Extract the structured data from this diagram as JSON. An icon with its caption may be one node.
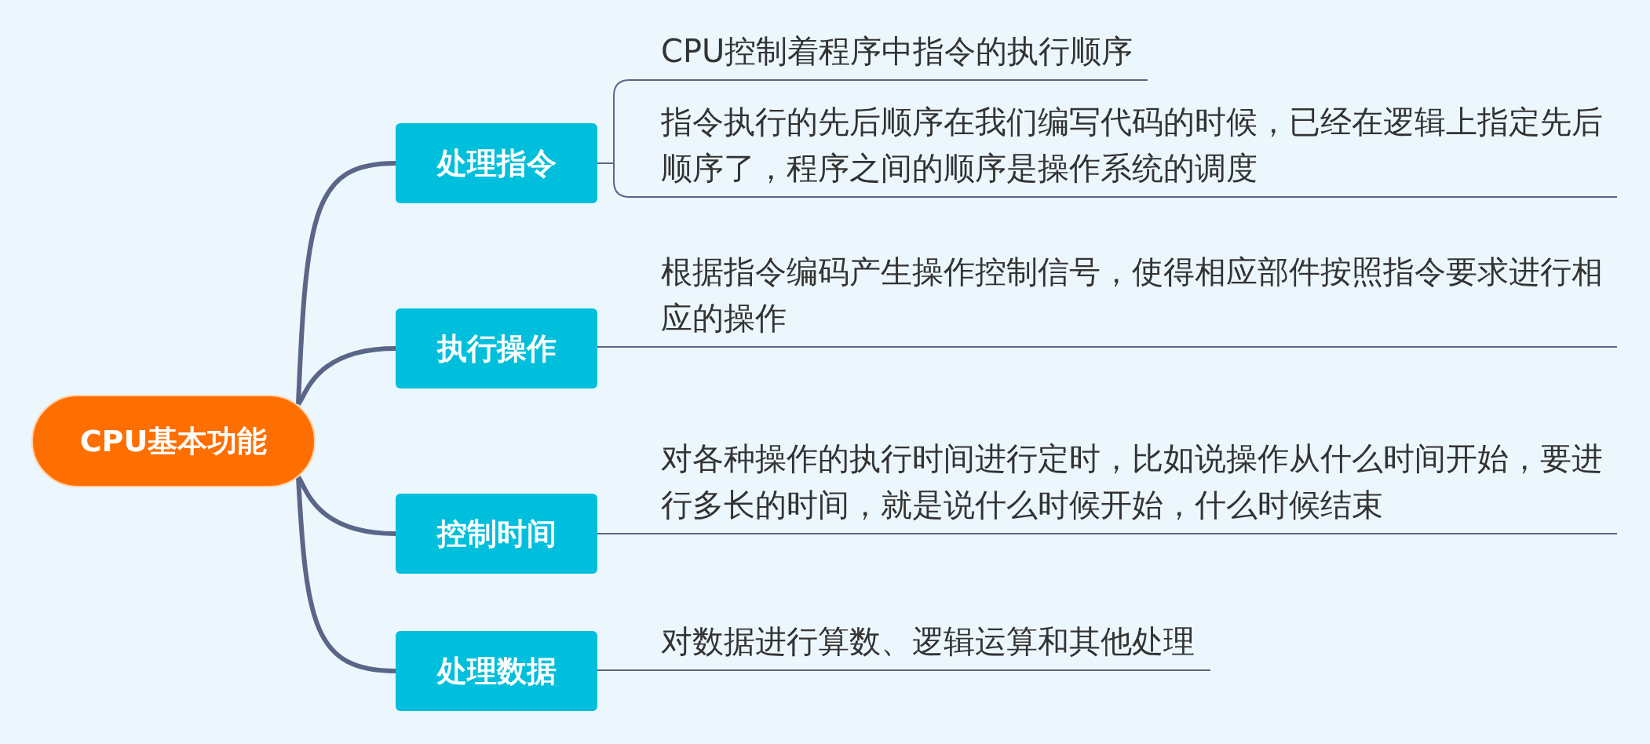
{
  "diagram": {
    "nodes": [
      {
        "text": [
          "CPU基本功能"
        ]
      },
      {
        "text": [
          "处理指令"
        ]
      },
      {
        "text": [
          "执行操作"
        ]
      },
      {
        "text": [
          "控制时间"
        ]
      },
      {
        "text": [
          "处理数据"
        ]
      },
      {
        "text": [
          "CPU控制着程序中指令的执行顺序"
        ]
      },
      {
        "text": [
          "指令执行的先后顺序在我们编写代码的时候，已经在逻辑上指定先后顺序了，程序之间的顺序是操作系统的调度"
        ]
      },
      {
        "text": [
          "根据指令编码产生操作控制信号，使得相应部件按照指令要求进行相应的操作"
        ]
      },
      {
        "text": [
          "对各种操作的执行时间进行定时，比如说操作从什么时间开始，要进行多长的时间，就是说什么时候开始，什么时候结束"
        ]
      },
      {
        "text": [
          "对数据进行算数、逻辑运算和其他处理"
        ]
      }
    ],
    "edges": [
      {
        "from": 0,
        "to": 1,
        "arrow": "none",
        "style": "thick"
      },
      {
        "from": 0,
        "to": 2,
        "arrow": "none",
        "style": "thick"
      },
      {
        "from": 0,
        "to": 3,
        "arrow": "none",
        "style": "thick"
      },
      {
        "from": 0,
        "to": 4,
        "arrow": "none",
        "style": "thick"
      },
      {
        "from": 1,
        "to": 5,
        "arrow": "none"
      },
      {
        "from": 1,
        "to": 6,
        "arrow": "none"
      },
      {
        "from": 2,
        "to": 7,
        "arrow": "none"
      },
      {
        "from": 3,
        "to": 8,
        "arrow": "none"
      },
      {
        "from": 4,
        "to": 9,
        "arrow": "none"
      }
    ]
  }
}
